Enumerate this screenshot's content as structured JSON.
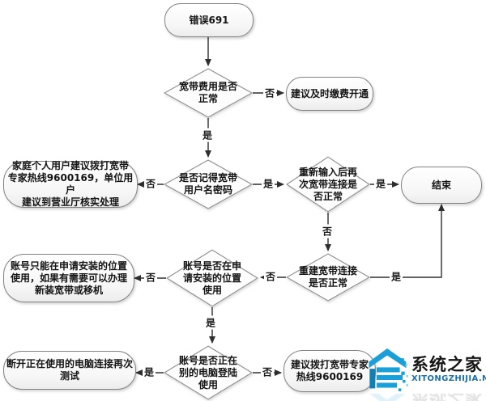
{
  "flowchart": {
    "labels": {
      "yes": "是",
      "no": "否"
    },
    "nodes": {
      "start": {
        "label": "错误691",
        "type": "terminator"
      },
      "q_fee": {
        "label": "宽带费用是否\n正常",
        "type": "decision"
      },
      "pay_notice": {
        "label": "建议及时缴费开通",
        "type": "terminator"
      },
      "q_password": {
        "label": "是否记得宽带\n用户名密码",
        "type": "decision"
      },
      "expert_hotline_info": {
        "label": "家庭个人用户建议拨打宽带\n专家热线9600169，单位用户\n建议到营业厅核实处理",
        "type": "terminator"
      },
      "q_reconnect": {
        "label": "重新输入后再\n次宽带连接是\n否正常",
        "type": "decision"
      },
      "end": {
        "label": "结束",
        "type": "terminator"
      },
      "q_rebuild": {
        "label": "重建宽带连接\n是否正常",
        "type": "decision"
      },
      "q_location": {
        "label": "账号是否在申\n请安装的位置\n使用",
        "type": "decision"
      },
      "location_notice": {
        "label": "账号只能在申请安装的位置\n使用，如果有需要可以办理\n新装宽带或移机",
        "type": "terminator"
      },
      "q_other_computer": {
        "label": "账号是否正在\n别的电脑登陆\n使用",
        "type": "decision"
      },
      "disconnect_notice": {
        "label": "断开正在使用的电脑连接再次\n测试",
        "type": "terminator"
      },
      "call_hotline": {
        "label": "建议拨打宽带专家\n热线9600169",
        "type": "terminator"
      }
    },
    "line_color": "#2e2e2e",
    "node_border_color": "#828282"
  },
  "logo": {
    "site_name": "系统之家",
    "site_domain": "XITONGZHIJIA.NET",
    "icon": "pixel-house-icon",
    "icon_color": "#1b9fd9",
    "icon_dark_color": "#0f7fb4",
    "domain_color": "#1a6fa9"
  }
}
